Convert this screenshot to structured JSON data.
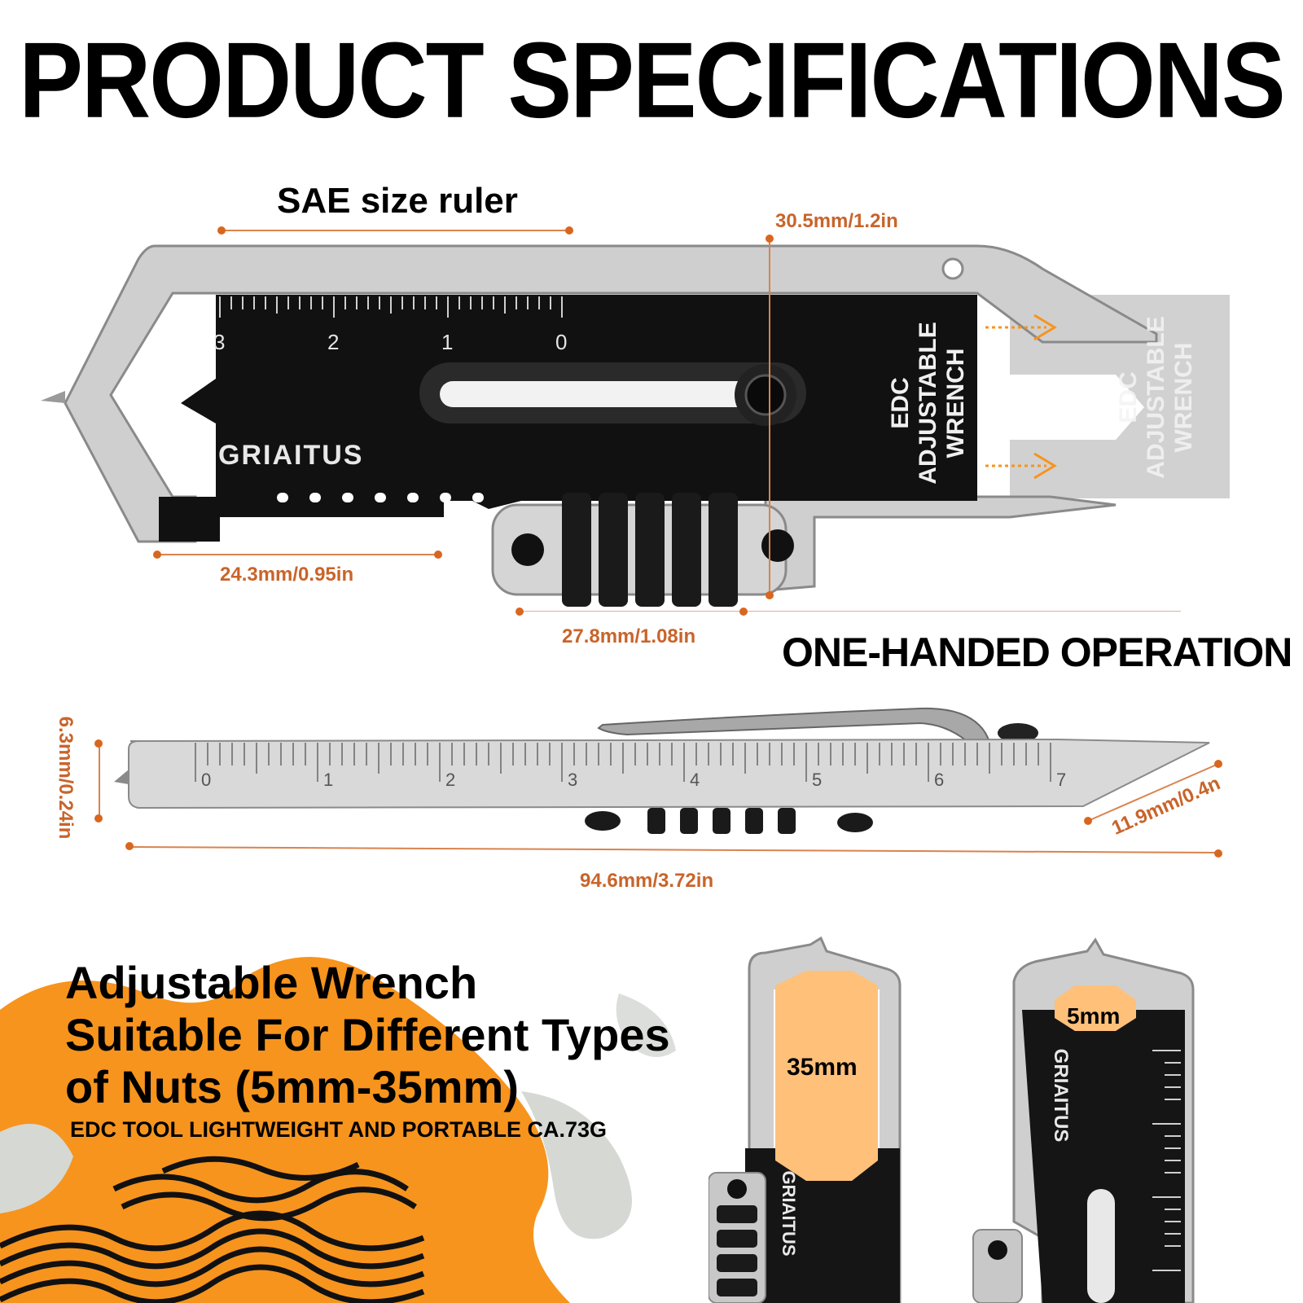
{
  "title": "PRODUCT SPECIFICATIONS",
  "sae_label": "SAE size ruler",
  "dimensions": {
    "top_height": "30.5mm/1.2in",
    "jaw_width": "24.3mm/0.95in",
    "knob_width": "27.8mm/1.08in",
    "thickness": "6.3mm/0.24in",
    "blade_width": "11.9mm/0.4n",
    "length": "94.6mm/3.72in"
  },
  "operation_label": "ONE-HANDED OPERATION",
  "tool": {
    "brand": "GRIAITUS",
    "engraving_lines": [
      "EDC",
      "ADJUSTABLE",
      "WRENCH"
    ],
    "ruler_top_numbers": [
      "3",
      "2",
      "1",
      "0"
    ],
    "ruler_side_numbers": [
      "0",
      "1",
      "2",
      "3",
      "4",
      "5",
      "6",
      "7"
    ]
  },
  "feature": {
    "lines": [
      "Adjustable Wrench",
      "Suitable For Different Types",
      "of Nuts (5mm-35mm)"
    ],
    "subline": "EDC TOOL LIGHTWEIGHT AND PORTABLE CA.73G"
  },
  "nut_sizes": {
    "large": "35mm",
    "small": "5mm"
  },
  "colors": {
    "accent_orange": "#f7941d",
    "dimension_orange": "#c9642a",
    "tool_black": "#111111",
    "tool_silver": "#c8c8c8"
  }
}
